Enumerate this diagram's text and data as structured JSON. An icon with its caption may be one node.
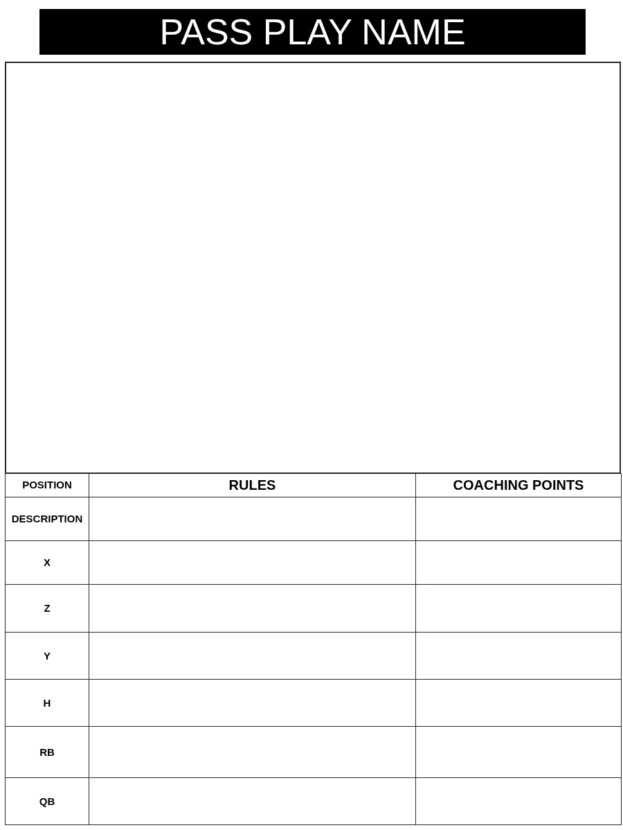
{
  "diagram": {
    "title": "PASS PLAY NAME",
    "labels": [
      "POSITION",
      "RULES",
      "COACHING POINTS",
      "DESCRIPTION",
      "X",
      "Z",
      "Y",
      "H",
      "RB",
      "QB"
    ]
  }
}
